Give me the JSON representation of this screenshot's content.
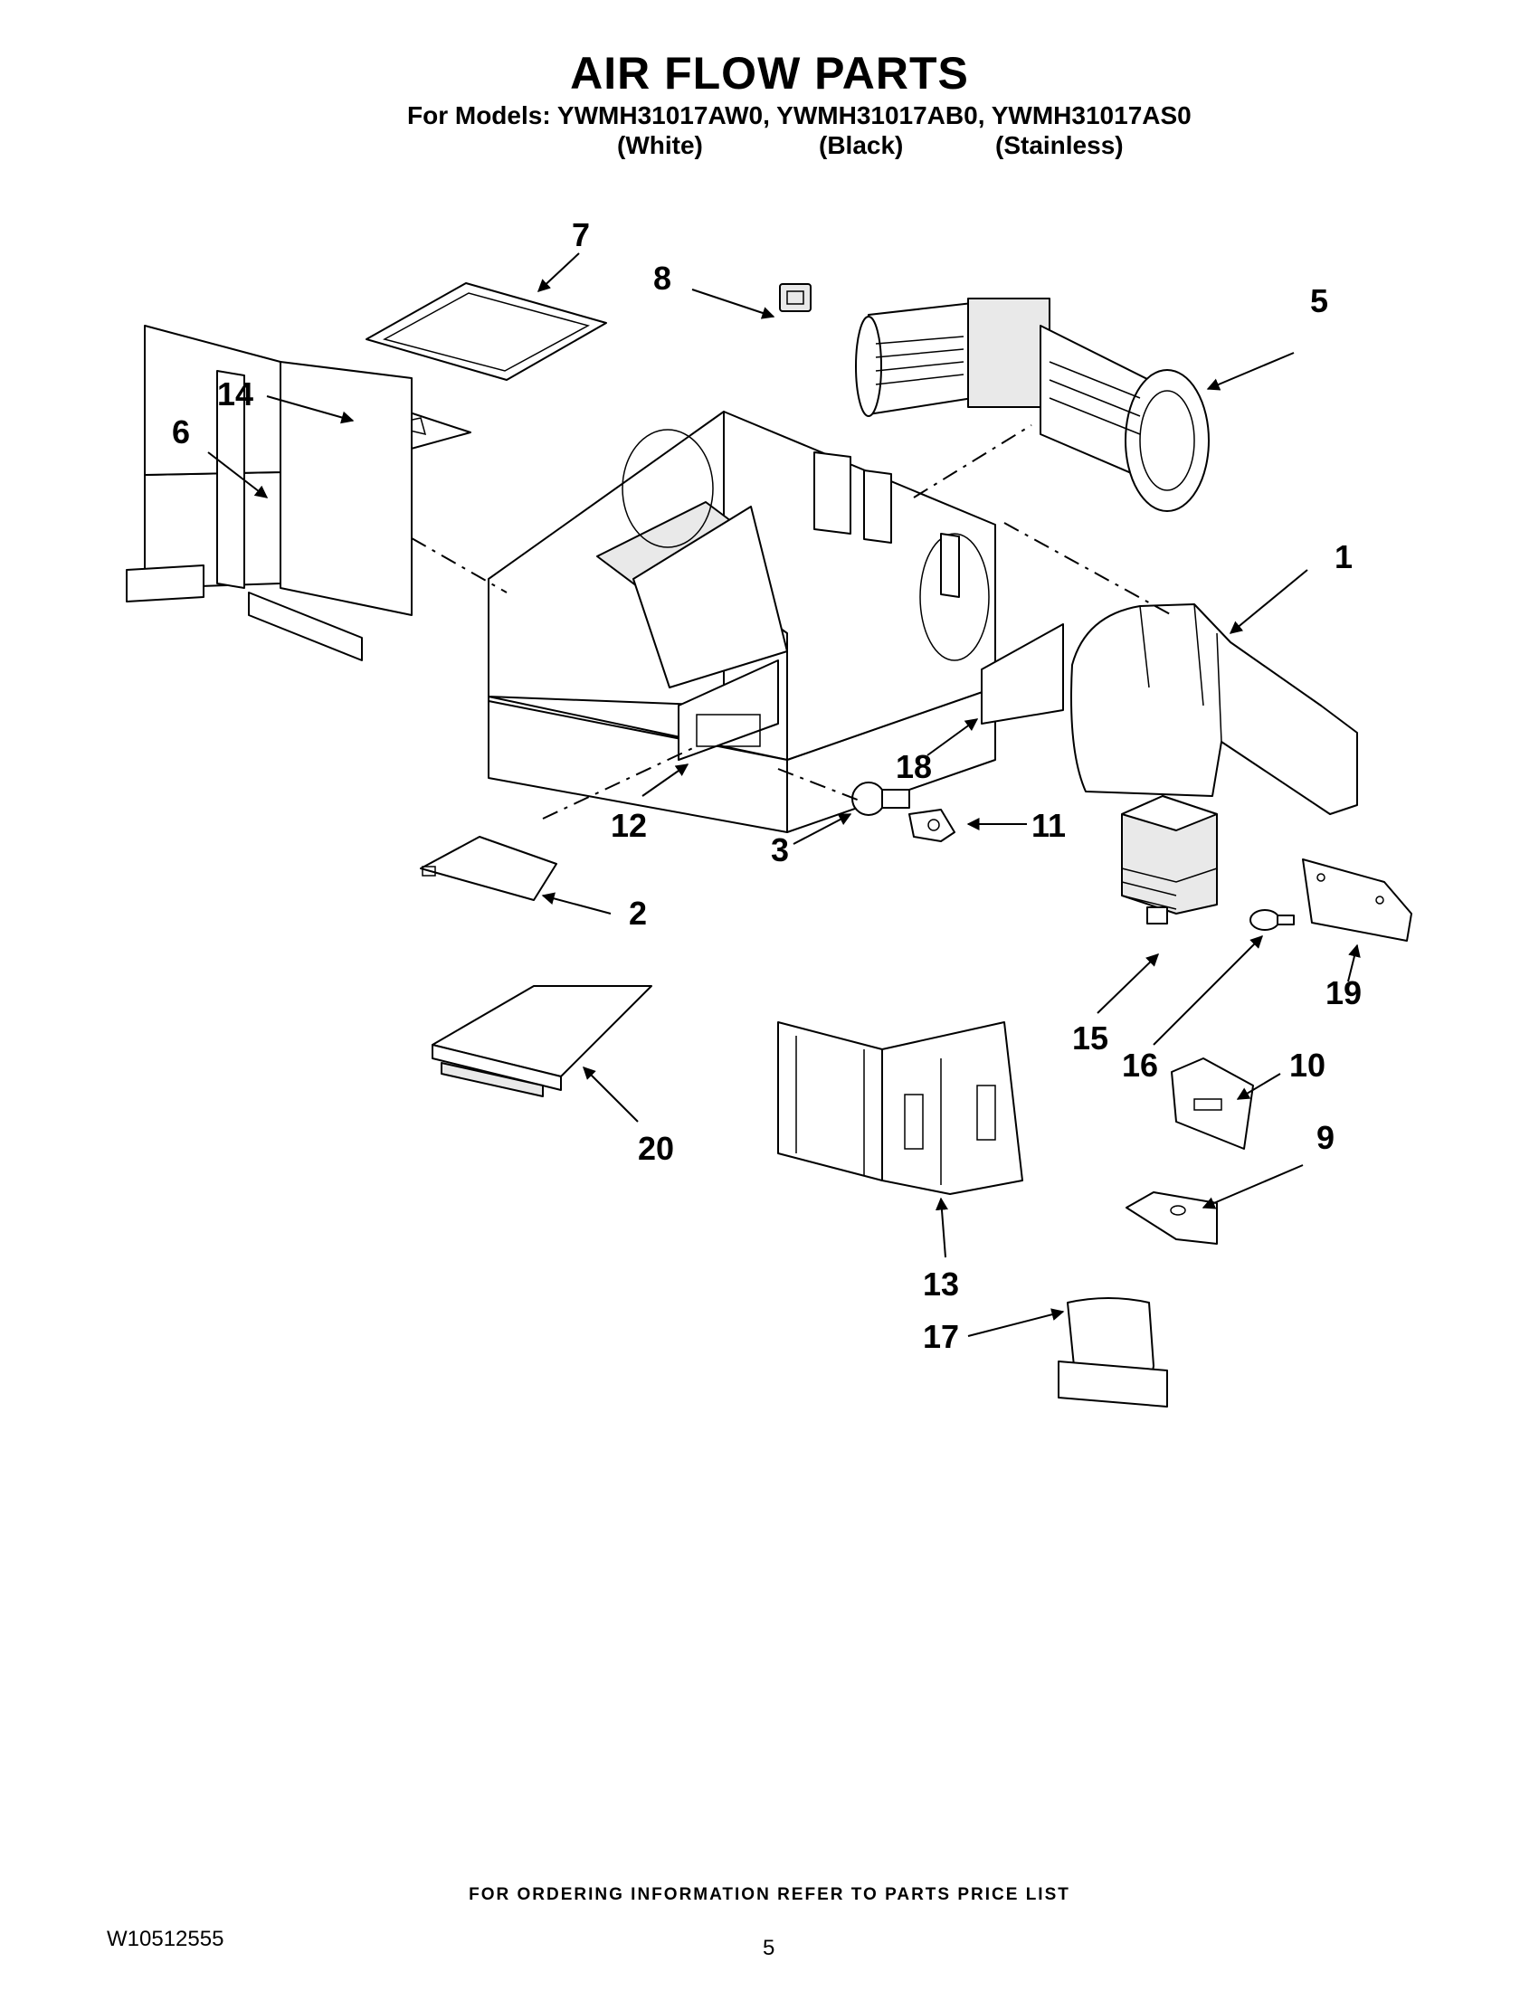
{
  "header": {
    "title": "AIR FLOW PARTS",
    "models_line": "For Models: YWMH31017AW0, YWMH31017AB0, YWMH31017AS0",
    "variants": [
      "(White)",
      "(Black)",
      "(Stainless)"
    ]
  },
  "callouts": {
    "c1": "1",
    "c2": "2",
    "c3": "3",
    "c5": "5",
    "c6": "6",
    "c7": "7",
    "c8": "8",
    "c9": "9",
    "c10": "10",
    "c11": "11",
    "c12": "12",
    "c13": "13",
    "c14": "14",
    "c15": "15",
    "c16": "16",
    "c17": "17",
    "c18": "18",
    "c19": "19",
    "c20": "20"
  },
  "footer": {
    "note": "FOR ORDERING INFORMATION REFER TO PARTS PRICE LIST",
    "doc_number": "W10512555",
    "page": "5"
  }
}
